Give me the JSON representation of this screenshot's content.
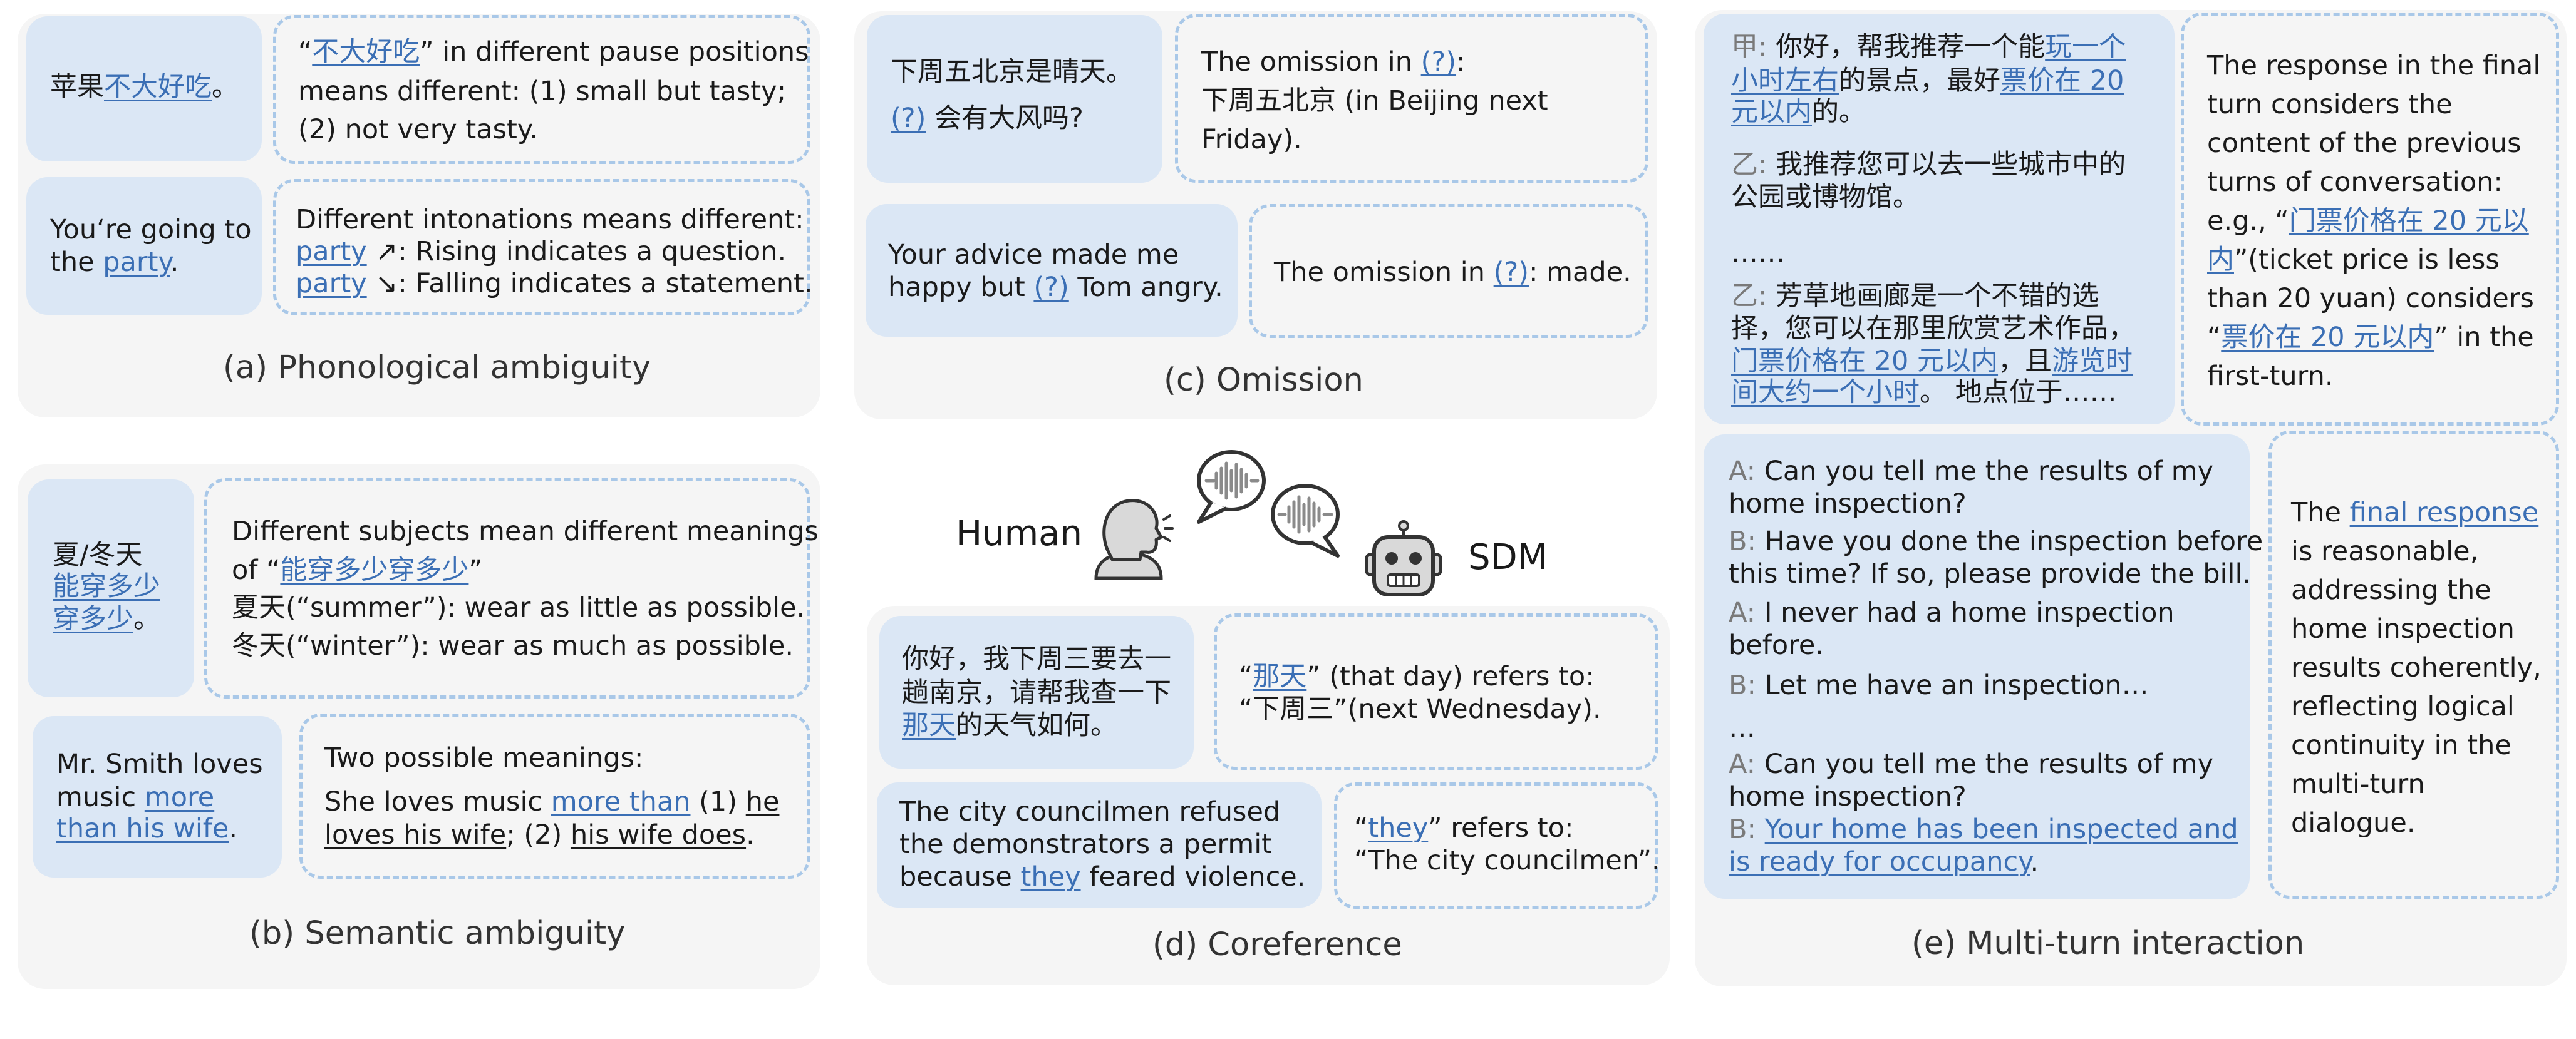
{
  "panel_a": {
    "caption": "(a) Phonological ambiguity",
    "q1": {
      "pre": "苹果",
      "hl": "不大好吃",
      "post": "。"
    },
    "a1": {
      "l1_open": "“",
      "l1_hl": "不大好吃",
      "l1_rest": "” in different pause positions",
      "l2": "means different: (1) small but tasty;",
      "l3": "(2) not very tasty."
    },
    "q2": {
      "l1": "You‘re going to",
      "l2_pre": "the ",
      "l2_hl": "party",
      "l2_post": "."
    },
    "a2": {
      "l1": "Different intonations means different:",
      "l2_hl": "party",
      "l2_rest": " ↗: Rising indicates a question.",
      "l3_hl": "party",
      "l3_rest": " ↘: Falling indicates a statement."
    }
  },
  "panel_b": {
    "caption": "(b) Semantic ambiguity",
    "q1": {
      "l1": "夏/冬天",
      "l2_hl": "能穿多少",
      "l3_hl": "穿多少",
      "l3_post": "。"
    },
    "a1": {
      "l1": "Different subjects mean different meanings",
      "l2_pre": "of “",
      "l2_hl": "能穿多少穿多少",
      "l2_post": "”",
      "l3": "夏天(“summer”): wear as little as possible.",
      "l4": "冬天(“winter”): wear as much as possible."
    },
    "q2": {
      "l1": "Mr. Smith loves",
      "l2_pre": "music ",
      "l2_hl": "more",
      "l3_hl": "than his wife",
      "l3_post": "."
    },
    "a2": {
      "l1": "Two possible meanings:",
      "l2_pre": "She loves music ",
      "l2_hl": "more than",
      "l2_mid": " (1) ",
      "l2_ul": "he",
      "l3_ul": "loves his wife",
      "l3_mid": "; (2) ",
      "l3_ul2": "his wife does",
      "l3_post": "."
    }
  },
  "panel_c": {
    "caption": "(c) Omission",
    "q1": {
      "l1": "下周五北京是晴天。",
      "l2_hl": "(?)",
      "l2_post": " 会有大风吗?"
    },
    "a1": {
      "l1_pre": "The omission in ",
      "l1_hl": "(?)",
      "l1_post": ":",
      "l2": "下周五北京 (in Beijing next",
      "l3": "Friday)."
    },
    "q2": {
      "l1": "Your advice made me",
      "l2_pre": "happy but ",
      "l2_hl": "(?)",
      "l2_post": " Tom angry."
    },
    "a2": {
      "l1_pre": "The omission in ",
      "l1_hl": "(?)",
      "l1_post": ": made."
    }
  },
  "center": {
    "human_label": "Human",
    "sdm_label": "SDM"
  },
  "panel_d": {
    "caption": "(d) Coreference",
    "q1": {
      "l1": "你好，我下周三要去一",
      "l2": "趟南京，请帮我查一下",
      "l3_hl": "那天",
      "l3_post": "的天气如何。"
    },
    "a1": {
      "l1_open": "“",
      "l1_hl": "那天",
      "l1_rest": "” (that day) refers to:",
      "l2": "“下周三”(next Wednesday)."
    },
    "q2": {
      "l1": "The city councilmen refused",
      "l2": "the demonstrators a permit",
      "l3_pre": "because ",
      "l3_hl": "they",
      "l3_post": " feared violence."
    },
    "a2": {
      "l1_open": "“",
      "l1_hl": "they",
      "l1_rest": "” refers to:",
      "l2": "“The city councilmen”."
    }
  },
  "panel_e": {
    "caption": "(e) Multi-turn interaction",
    "q1": {
      "s1": "甲:",
      "l1_pre": " 你好，帮我推荐一个能",
      "l1_hl": "玩一个",
      "l2_hl": "小时左右",
      "l2_mid": "的景点，最好",
      "l2_hl2": "票价在 20",
      "l3_hl": "元以内",
      "l3_post": "的。",
      "s2": "乙:",
      "l4": " 我推荐您可以去一些城市中的",
      "l5": "公园或博物馆。",
      "l6": "……",
      "s3": "乙:",
      "l7": " 芳草地画廊是一个不错的选",
      "l8": "择，您可以在那里欣赏艺术作品，",
      "l9_hl": "门票价格在 20 元以内",
      "l9_mid": "，且",
      "l9_hl2": "游览时",
      "l10_hl": "间大约一个小时",
      "l10_post": "。 地点位于……"
    },
    "a1": {
      "l1": "The response in the final",
      "l2": "turn considers the",
      "l3": "content of the previous",
      "l4": "turns of conversation:",
      "l5_pre": "e.g., “",
      "l5_hl": "门票价格在 20 元以",
      "l6_hl": "内",
      "l6_post": "”(ticket price is less",
      "l7": "than 20 yuan) considers",
      "l8_open": "“",
      "l8_hl": "票价在 20 元以内",
      "l8_post": "” in the",
      "l9": "first-turn."
    },
    "q2": {
      "s1": "A:",
      "l1": " Can you tell me the results of my",
      "l2": "home inspection?",
      "s2": "B:",
      "l3": " Have you done the inspection before",
      "l4": "this time? If so, please provide the bill.",
      "s3": "A:",
      "l5": " I never had a home inspection",
      "l6": "before.",
      "s4": "B:",
      "l7": " Let me have an inspection…",
      "l8": "…",
      "s5": "A:",
      "l9": " Can you tell me the results of my",
      "l10": "home inspection?",
      "s6": "B:",
      "l11_hl": "Your home has been inspected and",
      "l12_hl": "is ready for occupancy",
      "l12_post": "."
    },
    "a2": {
      "l1_pre": "The ",
      "l1_hl": "final response",
      "l2": "is reasonable,",
      "l3": "addressing the",
      "l4": "home inspection",
      "l5": "results coherently,",
      "l6": "reflecting logical",
      "l7": "continuity in the",
      "l8": "multi-turn",
      "l9": "dialogue."
    }
  },
  "colors": {
    "question_bg": "#dbe7f5",
    "answer_border": "#a9c8e8",
    "highlight": "#3b6fb5",
    "panel_bg": "#f5f5f5"
  },
  "icons": [
    "human-head-icon",
    "speech-bubble-icon",
    "robot-icon"
  ]
}
